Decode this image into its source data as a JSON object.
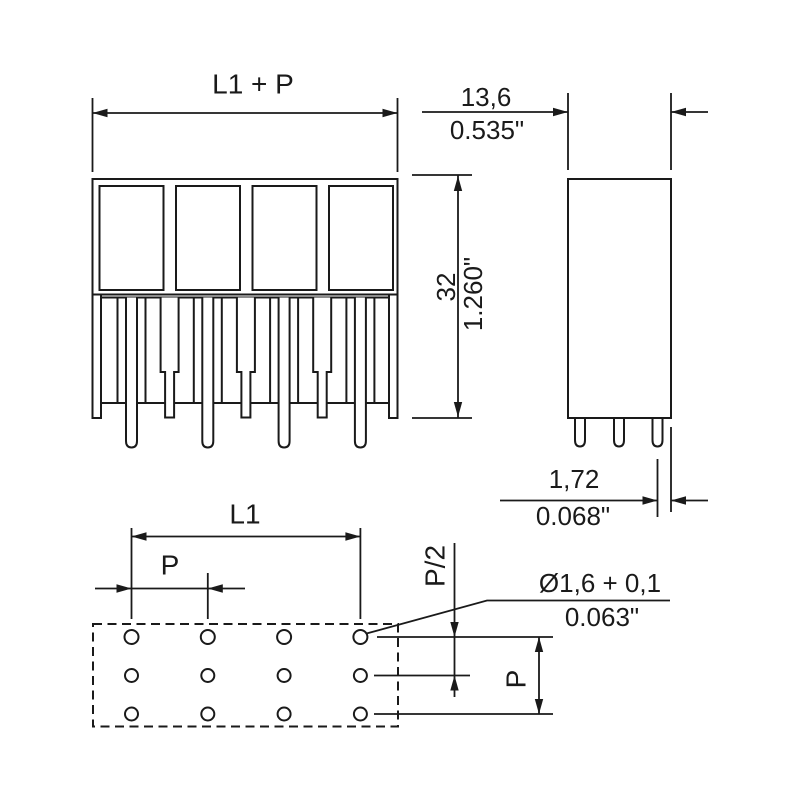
{
  "title": "connector-technical-drawing",
  "colors": {
    "ink": "#1a1a1a",
    "background": "#ffffff"
  },
  "dims": {
    "overall_width": {
      "label": "L1 + P"
    },
    "depth": {
      "mm": "13,6",
      "inch": "0.535\""
    },
    "height": {
      "mm": "32",
      "inch": "1.260\""
    },
    "pin_to_edge": {
      "mm": "1,72",
      "inch": "0.068\""
    },
    "footprint_length": {
      "label": "L1"
    },
    "pitch": {
      "label": "P"
    },
    "half_pitch": {
      "label": "P/2"
    },
    "row_pitch": {
      "label": "P"
    },
    "hole": {
      "diameter_mm": "Ø1,6 + 0,1",
      "diameter_inch": "0.063\""
    }
  },
  "views": {
    "front": {
      "contact_chambers": 4,
      "long_pins": 4,
      "stepped_pins": 3
    },
    "side": {
      "pins": 3
    },
    "footprint": {
      "rows": 3,
      "columns": 4,
      "pads": 12
    }
  }
}
